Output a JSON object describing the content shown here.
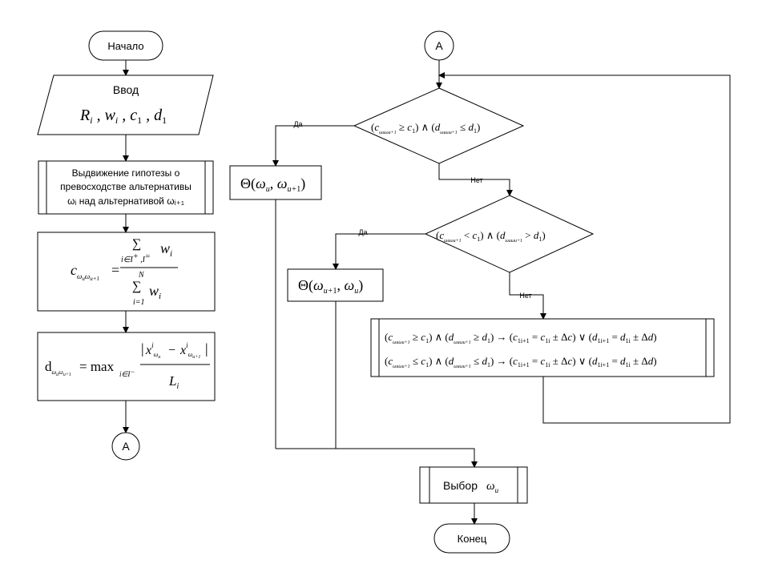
{
  "terminals": {
    "start": "Начало",
    "end": "Конец",
    "connector_left": "A",
    "connector_top": "A"
  },
  "input": {
    "title": "Ввод",
    "formula": "R_i , w_i , c_1 , d_1"
  },
  "hypothesis": {
    "line1": "Выдвижение гипотезы о",
    "line2": "превосходстве альтернативы",
    "line3": "ωᵢ  над альтернативой ωᵢ₊₁"
  },
  "formula_c": {
    "lhs": "c_{ωu ωu+1} =",
    "numerator": "∑ w_i   (i∈I⁺, I⁼)",
    "denominator": "∑ w_i   (i=1 … N)"
  },
  "formula_d": {
    "lhs": "d_{ωu ωu+1} = max_{i∈I⁻}",
    "numerator": "|x^i_{ωu} − x^i_{ωu+1}|",
    "denominator": "L_i"
  },
  "decision1": {
    "condition": "(c_{ωu ωu+1} ≥ c_1) ∧ (d_{ωu ωu+1} ≤ d_1)",
    "yes_label": "Да",
    "no_label": "Нет"
  },
  "decision2": {
    "condition": "(c_{ωu ωu+1} < c_1) ∧ (d_{ωu ωu+1} > d_1)",
    "yes_label": "Да",
    "no_label": "Нет"
  },
  "result1": "Θ(ω_u , ω_{u+1})",
  "result2": "Θ(ω_{u+1} , ω_u)",
  "update": {
    "line1": "(c ≥ c_1) ∧ (d ≥ d_1) → (c_{1i+1} = c_{1i} ± Δc) ∨ (d_{1i+1} = d_{1i} ± Δd)",
    "line2": "(c ≤ c_1) ∧ (d ≤ d_1) → (c_{1i+1} = c_{1i} ± Δc) ∨ (d_{1i+1} = d_{1i} ± Δd)"
  },
  "select": {
    "label": "Выбор",
    "var": "ω_u"
  }
}
